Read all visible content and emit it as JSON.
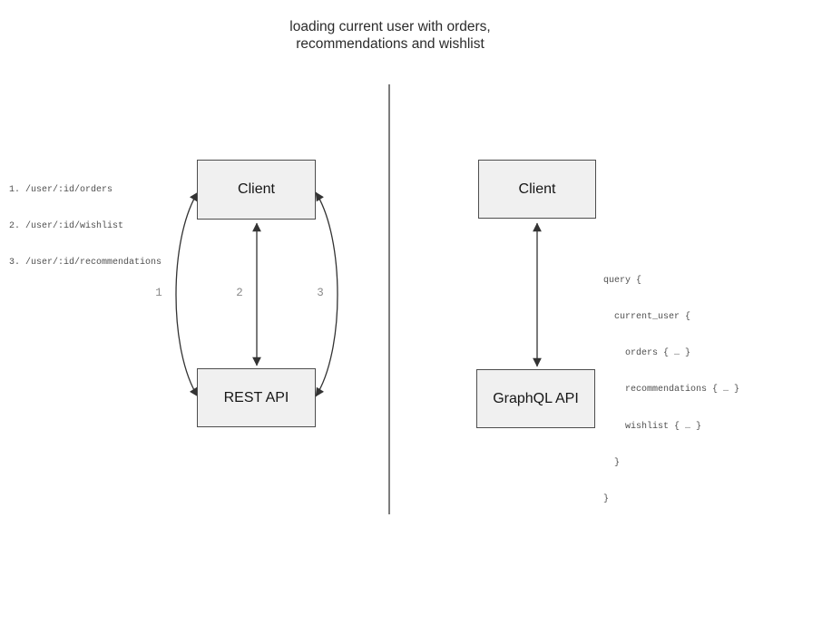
{
  "title": {
    "line1": "loading current user with orders,",
    "line2": "recommendations and wishlist"
  },
  "rest_side": {
    "endpoints": [
      "1. /user/:id/orders",
      "2. /user/:id/wishlist",
      "3. /user/:id/recommendations"
    ],
    "client_label": "Client",
    "api_label": "REST API",
    "arrow_labels": [
      "1",
      "2",
      "3"
    ]
  },
  "graphql_side": {
    "client_label": "Client",
    "api_label": "GraphQL API",
    "query_lines": [
      "query {",
      "  current_user {",
      "    orders { … }",
      "    recommendations { … }",
      "    wishlist { … }",
      "  }",
      "}"
    ]
  },
  "colors": {
    "box_fill": "#f0f0f0",
    "box_border": "#4d4d4d",
    "arrow": "#333333",
    "divider": "#7d7d7d",
    "mono_text": "#4f4f4f",
    "arrow_number_gray": "#8a8a8a"
  }
}
